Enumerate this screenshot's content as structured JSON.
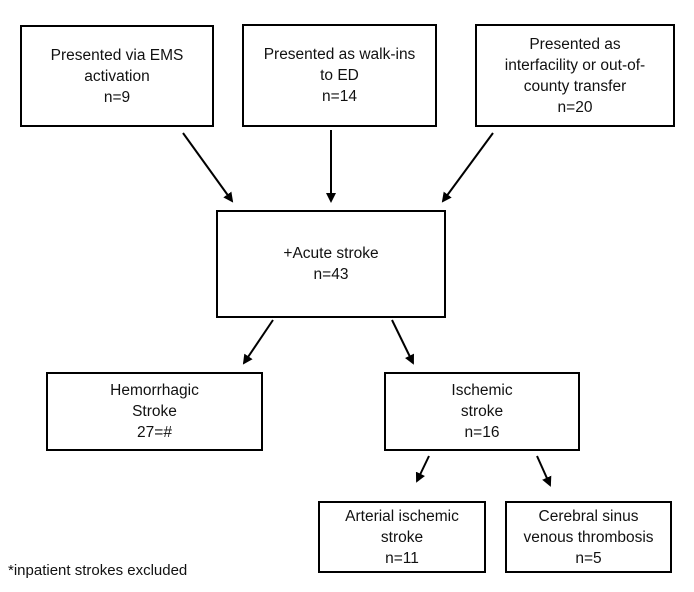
{
  "boxes": {
    "ems": {
      "lines": [
        "Presented via EMS",
        "activation",
        "n=9"
      ]
    },
    "walkin": {
      "lines": [
        "Presented as walk-ins",
        "to ED",
        "n=14"
      ]
    },
    "transfer": {
      "lines": [
        "Presented as",
        "interfacility or out-of-",
        "county transfer",
        "n=20"
      ]
    },
    "acute": {
      "lines": [
        "+Acute stroke",
        "n=43"
      ]
    },
    "hemorrhagic": {
      "lines": [
        "Hemorrhagic",
        "Stroke",
        "27=#"
      ]
    },
    "ischemic": {
      "lines": [
        "Ischemic",
        "stroke",
        "n=16"
      ]
    },
    "arterial": {
      "lines": [
        "Arterial ischemic",
        "stroke",
        "n=11"
      ]
    },
    "cerebral": {
      "lines": [
        "Cerebral sinus",
        "venous thrombosis",
        "n=5"
      ]
    }
  },
  "footnote": "*inpatient strokes excluded"
}
